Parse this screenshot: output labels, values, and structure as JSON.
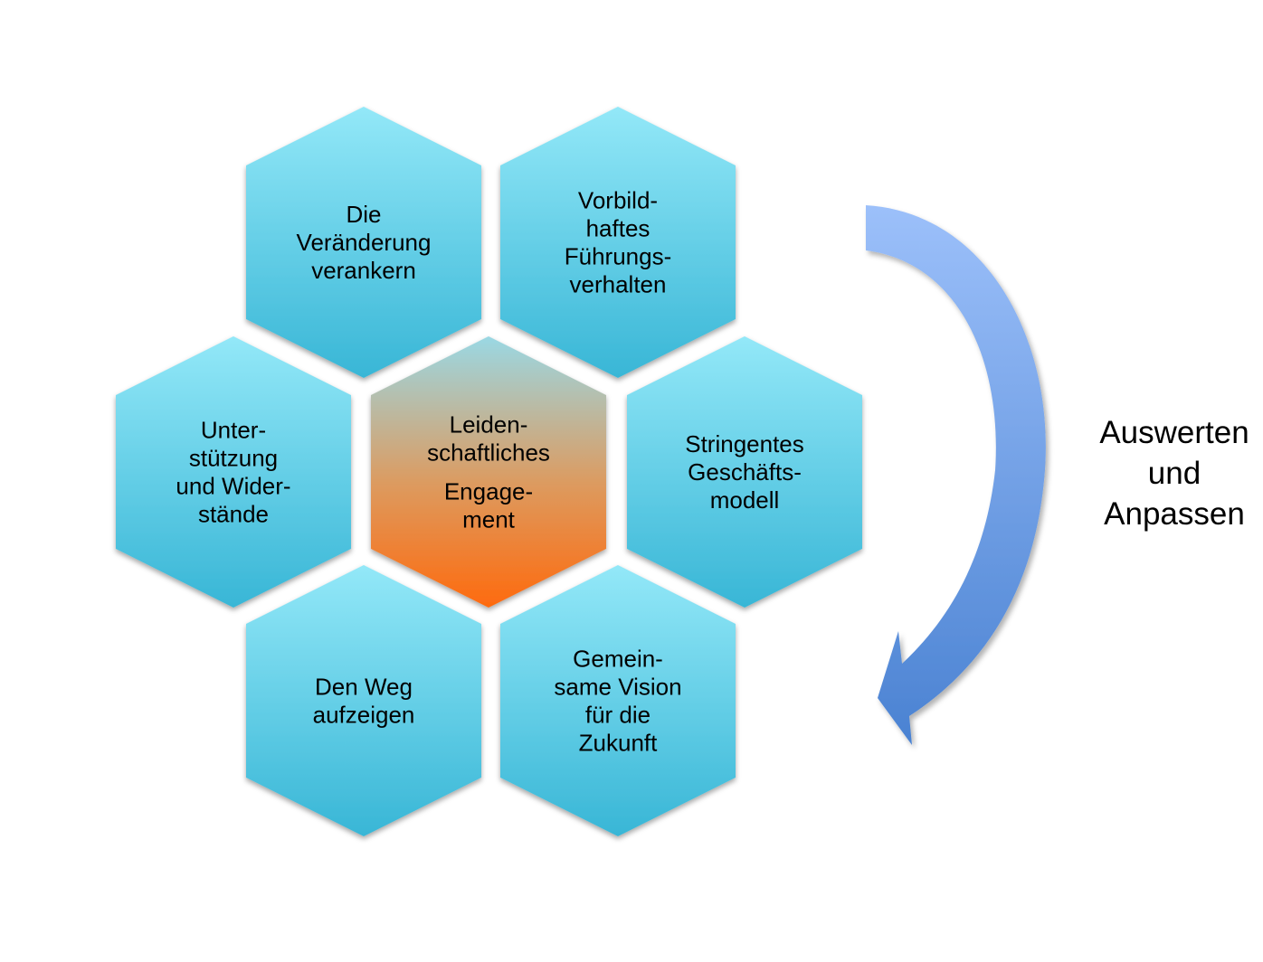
{
  "hexagons": [
    {
      "id": "anchor-change",
      "lines": [
        "Die",
        "Veränderung",
        "verankern"
      ],
      "style": "blue"
    },
    {
      "id": "role-model",
      "lines": [
        "Vorbild-",
        "haftes",
        "Führungs-",
        "verhalten"
      ],
      "style": "blue"
    },
    {
      "id": "support",
      "lines": [
        "Unter-",
        "stützung",
        "und Wider-",
        "stände"
      ],
      "style": "blue"
    },
    {
      "id": "passion",
      "lines": [
        "Leiden-",
        "schaftliches",
        "Engage-",
        "ment"
      ],
      "style": "orange"
    },
    {
      "id": "business-model",
      "lines": [
        "Stringentes",
        "Geschäfts-",
        "modell"
      ],
      "style": "blue"
    },
    {
      "id": "show-way",
      "lines": [
        "Den Weg",
        "aufzeigen"
      ],
      "style": "blue"
    },
    {
      "id": "shared-vision",
      "lines": [
        "Gemein-",
        "same Vision",
        "für die",
        "Zukunft"
      ],
      "style": "blue"
    }
  ],
  "cycle_label": {
    "line1": "Auswerten",
    "line2": "und",
    "line3": "Anpassen"
  },
  "colors": {
    "hex_blue_top": "#93e8f8",
    "hex_blue_bottom": "#38b6d6",
    "hex_orange_top": "#9ad8e4",
    "hex_orange_bottom": "#fe6a0e",
    "arrow_top": "#9cc0fa",
    "arrow_bottom": "#4a82d2",
    "text": "#000000"
  },
  "icons": {
    "cycle_arrow": "curved-down-arrow-icon"
  }
}
